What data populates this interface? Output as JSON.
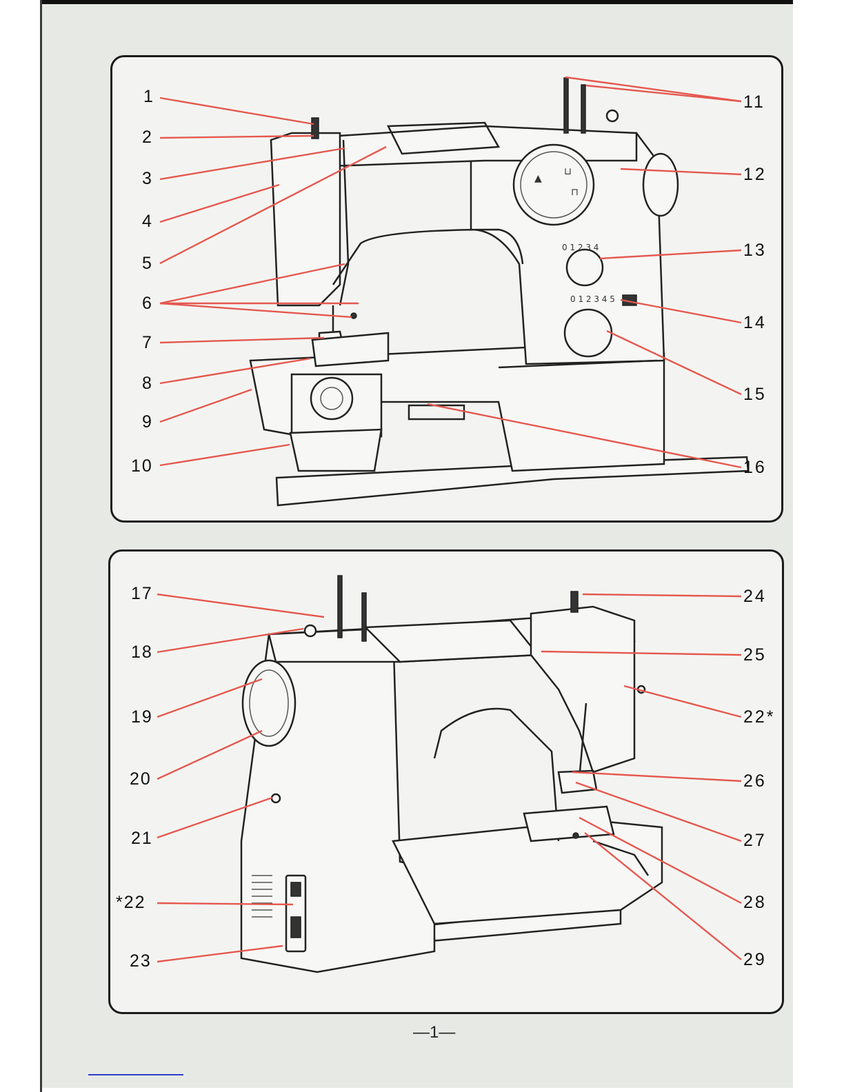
{
  "figure_top": {
    "callouts_left": [
      "1",
      "2",
      "3",
      "4",
      "5",
      "6",
      "7",
      "8",
      "9",
      "10"
    ],
    "callouts_right": [
      "11",
      "12",
      "13",
      "14",
      "15",
      "16"
    ],
    "stitch_length_scale": "0 1 2 3 4",
    "stitch_width_scale": "0 1 2 3 4 5"
  },
  "figure_bottom": {
    "callouts_left": [
      "17",
      "18",
      "19",
      "20",
      "21",
      "*22",
      "23"
    ],
    "callouts_right": [
      "24",
      "25",
      "22*",
      "26",
      "27",
      "28",
      "29"
    ]
  },
  "page_number": "—1—",
  "colors": {
    "leader_line": "#e5584f",
    "frame": "#1b1b1b",
    "paper": "#f3f4f1"
  }
}
